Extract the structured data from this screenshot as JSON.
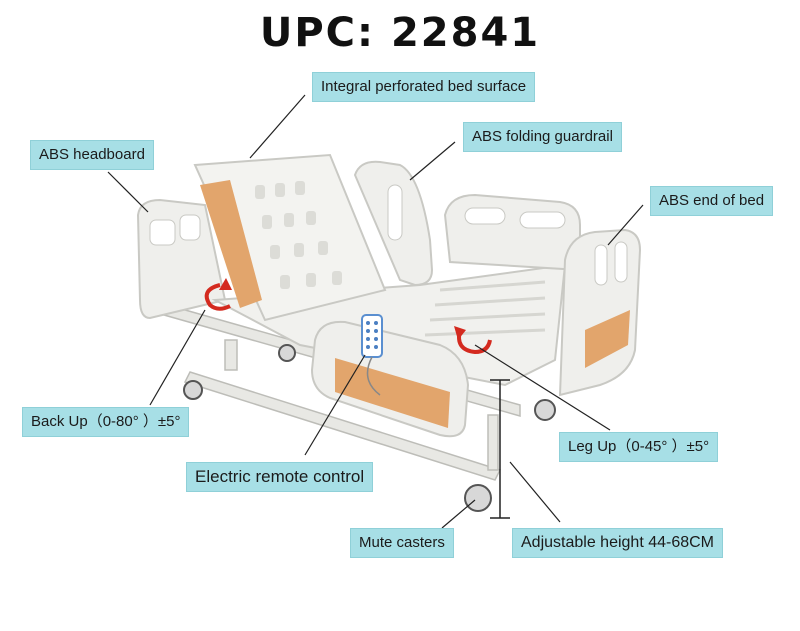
{
  "title": "UPC: 22841",
  "labels": {
    "surface": "Integral perforated bed surface",
    "headboard": "ABS headboard",
    "guardrail": "ABS folding guardrail",
    "end_of_bed": "ABS end of bed",
    "back_up": "Back Up（0-80° ）±5°",
    "leg_up": "Leg Up（0-45° ）±5°",
    "remote": "Electric remote control",
    "casters": "Mute casters",
    "height": "Adjustable height 44-68CM"
  },
  "colors": {
    "label_bg": "#a7dfe6",
    "bed_body": "#efefec",
    "bed_outline": "#c9c9c4",
    "panel_accent": "#e2a56c",
    "arrow": "#d42a1f"
  }
}
